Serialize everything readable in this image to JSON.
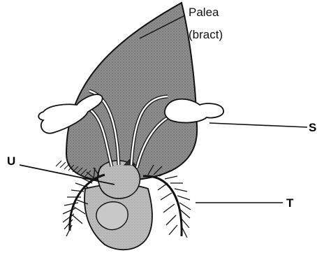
{
  "labels": {
    "palea_line1": "Palea",
    "palea_line2": "(bract)",
    "s": "S",
    "u": "U",
    "t": "T"
  },
  "colors": {
    "ink": "#111111",
    "palea_fill": "#8a8a8a",
    "ovary_fill": "#b3b3b3",
    "filament": "#ffffff"
  }
}
